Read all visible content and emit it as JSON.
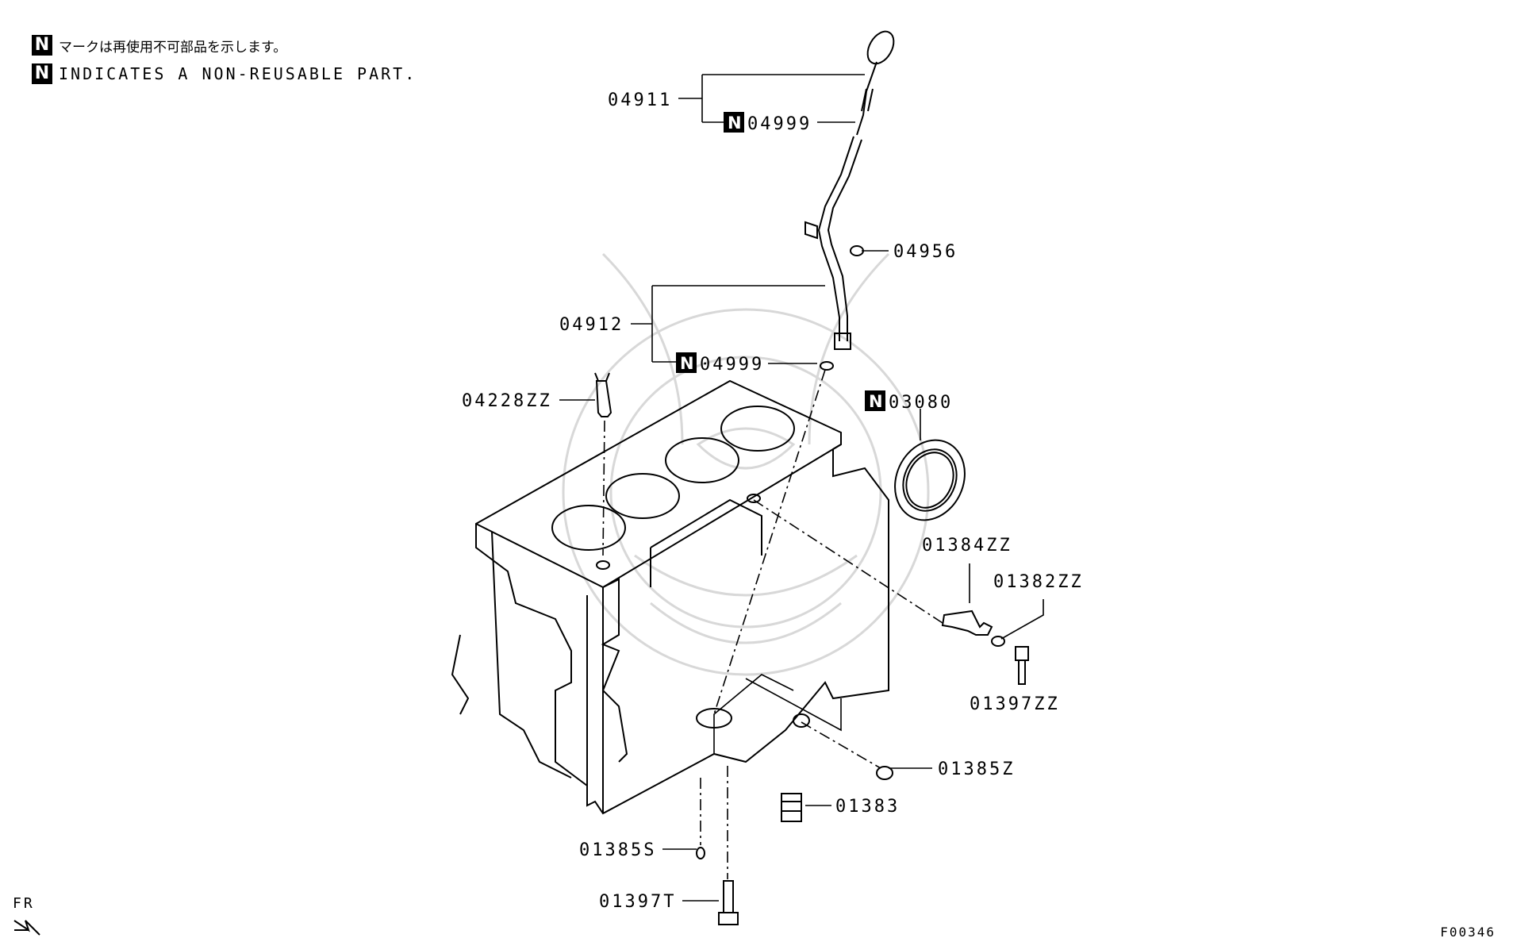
{
  "notes": {
    "badge": "N",
    "jp": "マークは再使用不可部品を示します。",
    "en": "INDICATES A NON-REUSABLE PART."
  },
  "parts": {
    "p04911": "04911",
    "p04999a": "04999",
    "p04956": "04956",
    "p04912": "04912",
    "p04999b": "04999",
    "p04228ZZ": "04228ZZ",
    "p03080": "03080",
    "p01384ZZ": "01384ZZ",
    "p01382ZZ": "01382ZZ",
    "p01397ZZ": "01397ZZ",
    "p01385Z": "01385Z",
    "p01383": "01383",
    "p01385S": "01385S",
    "p01397T": "01397T"
  },
  "footer": {
    "front_label": "FR",
    "figure_code": "F00346"
  }
}
